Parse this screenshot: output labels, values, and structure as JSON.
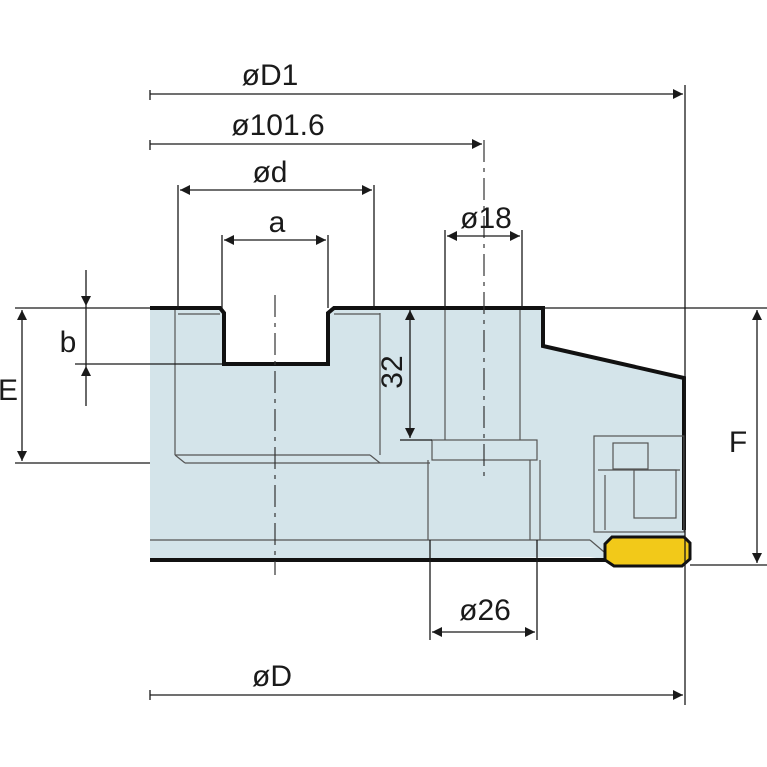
{
  "dimensions": {
    "D1": "øD1",
    "bore": "ø101.6",
    "d": "ød",
    "a": "a",
    "d18": "ø18",
    "b": "b",
    "E": "E",
    "h32": "32",
    "F": "F",
    "d26": "ø26",
    "D": "øD"
  },
  "colors": {
    "body": "#d4e4ea",
    "insert": "#f2c919",
    "line": "#111111"
  }
}
